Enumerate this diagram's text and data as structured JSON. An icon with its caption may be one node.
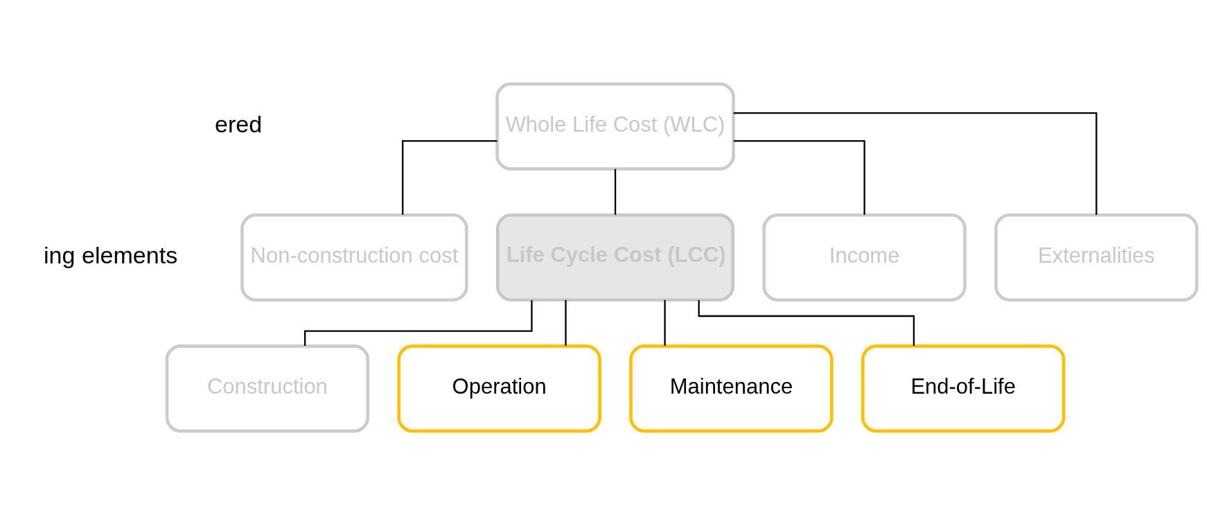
{
  "diagram": {
    "nodes": [
      {
        "text": [
          "Whole Life Cost (WLC)"
        ]
      },
      {
        "text": [
          "Non-construction cost"
        ]
      },
      {
        "text": [
          "Life Cycle Cost (LCC)"
        ]
      },
      {
        "text": [
          "Income"
        ]
      },
      {
        "text": [
          "Externalities"
        ]
      },
      {
        "text": [
          "Construction"
        ]
      },
      {
        "text": [
          "Operation"
        ]
      },
      {
        "text": [
          "Maintenance"
        ]
      },
      {
        "text": [
          "End-of-Life"
        ]
      }
    ],
    "edges": [
      {
        "from": 0,
        "to": 1,
        "arrow": "none"
      },
      {
        "from": 0,
        "to": 2,
        "arrow": "none"
      },
      {
        "from": 0,
        "to": 3,
        "arrow": "none"
      },
      {
        "from": 0,
        "to": 4,
        "arrow": "none"
      },
      {
        "from": 2,
        "to": 5,
        "arrow": "none"
      },
      {
        "from": 2,
        "to": 6,
        "arrow": "none"
      },
      {
        "from": 2,
        "to": 7,
        "arrow": "none"
      },
      {
        "from": 2,
        "to": 8,
        "arrow": "none"
      }
    ],
    "labels": [
      "ered",
      "ing elements"
    ]
  }
}
